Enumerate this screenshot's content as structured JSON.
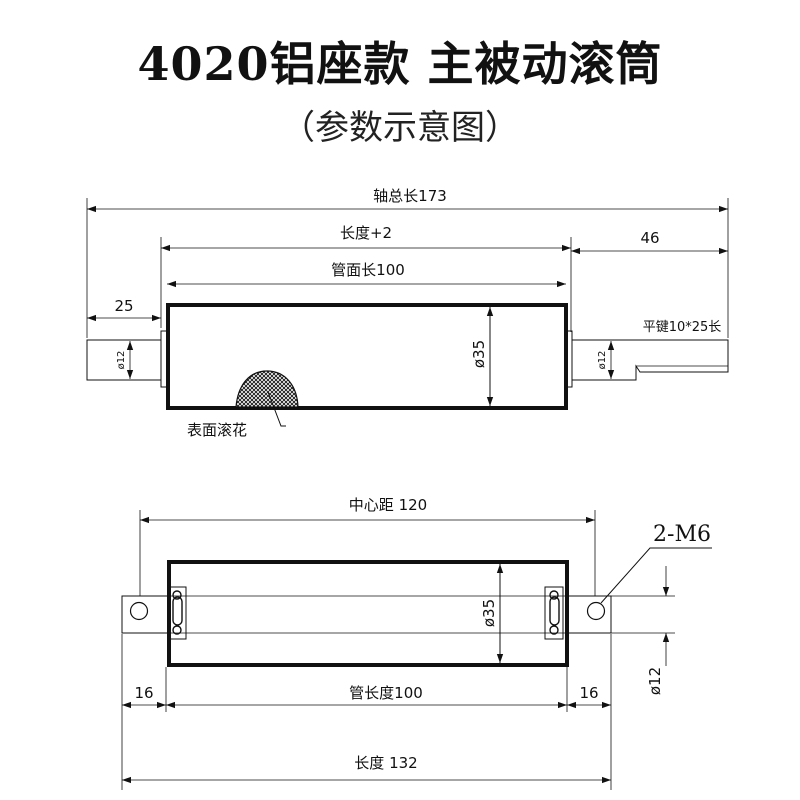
{
  "title": "4020铝座款 主被动滚筒",
  "subtitle": "（参数示意图）",
  "top_view": {
    "shaft_total_length": "轴总长173",
    "length_plus": "长度+2",
    "tube_face_length": "管面长100",
    "left_shaft_length": "25",
    "right_shaft_length": "46",
    "keyway": "平键10*25长",
    "left_shaft_dia": "ø12",
    "right_shaft_dia": "ø12",
    "tube_dia": "ø35",
    "knurling": "表面滚花"
  },
  "bottom_view": {
    "center_distance": "中心距 120",
    "hole_spec": "2-M6",
    "tube_dia": "ø35",
    "left_end": "16",
    "right_end": "16",
    "tube_length": "管长度100",
    "total_length": "长度 132",
    "shaft_dia": "ø12"
  },
  "colors": {
    "line": "#111111",
    "background": "#ffffff"
  }
}
